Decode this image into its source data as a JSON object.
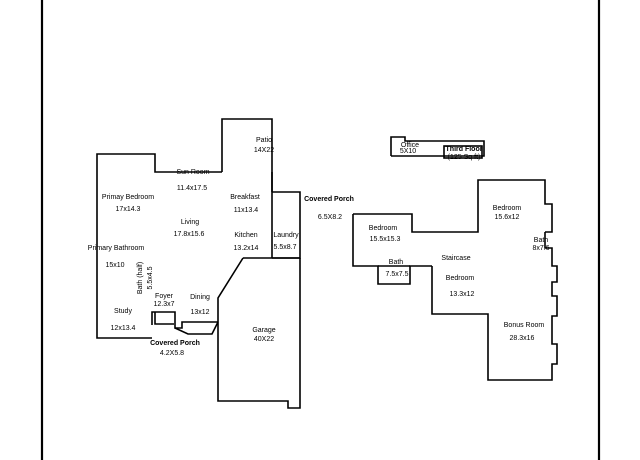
{
  "floorplan": {
    "rooms": [
      {
        "key": "patio",
        "name": "Patio",
        "dims": "14X22"
      },
      {
        "key": "sun-room",
        "name": "Sun Room",
        "dims": "11.4x17.5"
      },
      {
        "key": "primary-bedroom",
        "name": "Primay Bedroom",
        "dims": "17x14.3"
      },
      {
        "key": "breakfast",
        "name": "Breakfast",
        "dims": "11x13.4"
      },
      {
        "key": "living",
        "name": "Living",
        "dims": "17.8x15.6"
      },
      {
        "key": "kitchen",
        "name": "Kitchen",
        "dims": "13.2x14"
      },
      {
        "key": "laundry",
        "name": "Laundry",
        "dims": "5.5x8.7"
      },
      {
        "key": "primary-bathroom",
        "name": "Primary Bathroom",
        "dims": "15x10"
      },
      {
        "key": "bath-half",
        "name": "Bath (half)",
        "dims": "5.5x4.5"
      },
      {
        "key": "foyer",
        "name": "Foyer",
        "dims": "12.3x7"
      },
      {
        "key": "dining",
        "name": "Dining",
        "dims": "13x12"
      },
      {
        "key": "study",
        "name": "Study",
        "dims": "12x13.4"
      },
      {
        "key": "covered-porch-front",
        "name": "Covered Porch",
        "dims": "4.2X5.8"
      },
      {
        "key": "garage",
        "name": "Garage",
        "dims": "40X22"
      },
      {
        "key": "covered-porch-side",
        "name": "Covered Porch",
        "dims": "6.5X8.2"
      },
      {
        "key": "office",
        "name": "Office",
        "dims": "5X10"
      },
      {
        "key": "bedroom-left",
        "name": "Bedroom",
        "dims": "15.5x15.3"
      },
      {
        "key": "bath-left",
        "name": "Bath",
        "dims": "7.5x7.5"
      },
      {
        "key": "staircase",
        "name": "Staircase",
        "dims": ""
      },
      {
        "key": "bedroom-middle",
        "name": "Bedroom",
        "dims": "13.3x12"
      },
      {
        "key": "bedroom-right",
        "name": "Bedroom",
        "dims": "15.6x12"
      },
      {
        "key": "bath-right",
        "name": "Bath",
        "dims": "8x7.6"
      },
      {
        "key": "bonus-room",
        "name": "Bonus Room",
        "dims": "28.3x16"
      }
    ],
    "third_floor": {
      "title": "Third Floor",
      "area": "(125 Sq ft)"
    }
  }
}
